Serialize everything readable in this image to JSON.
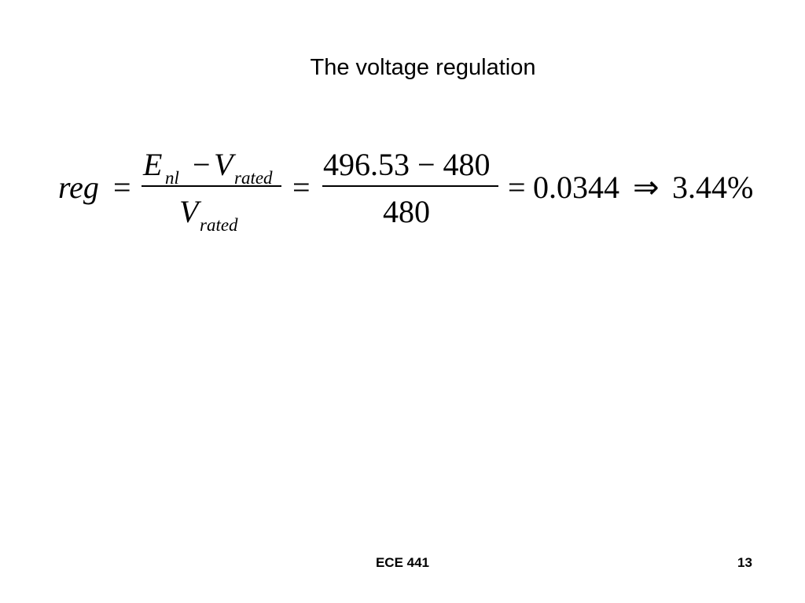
{
  "slide": {
    "title": "The voltage regulation",
    "footer_course": "ECE 441",
    "page_number": "13"
  },
  "equation": {
    "lhs": "reg",
    "eq1": "=",
    "frac1": {
      "num_e": "E",
      "num_e_sub": "nl",
      "minus": "−",
      "num_v": "V",
      "num_v_sub": "rated",
      "den_v": "V",
      "den_v_sub": "rated"
    },
    "eq2": "=",
    "frac2": {
      "numerator": "496.53 − 480",
      "denominator": "480"
    },
    "eq3": "=",
    "decimal_value": "0.0344",
    "implies": "⇒",
    "percent_value": "3.44%"
  }
}
